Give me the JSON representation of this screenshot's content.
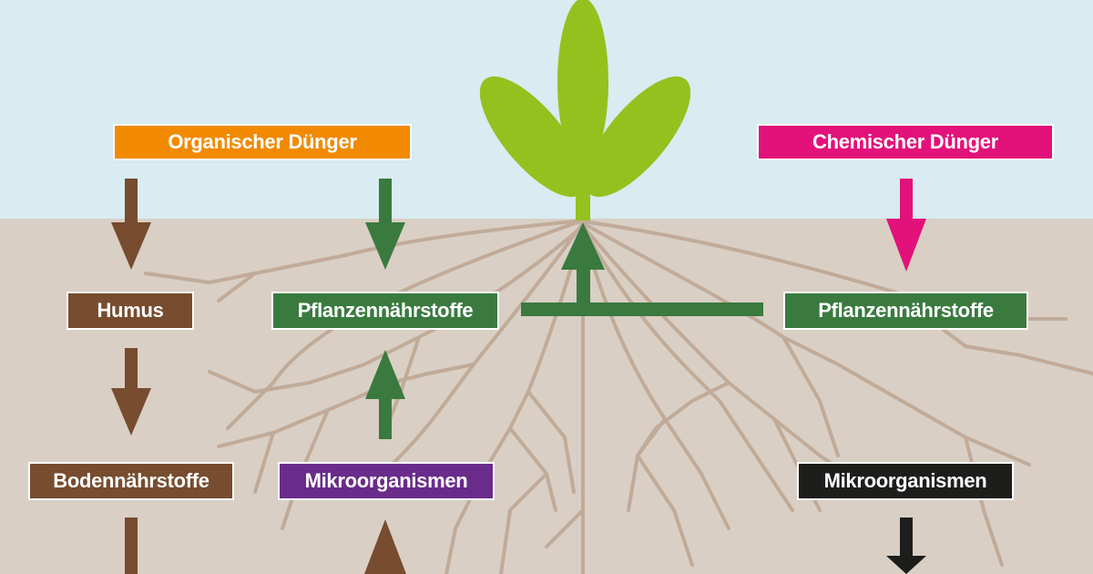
{
  "colors": {
    "sky": "#d8ecf1",
    "soil": "#d9cfc5",
    "root": "#c1ab98",
    "plant": "#95c11f",
    "organic": "#f18a00",
    "chemical": "#e2127a",
    "brown": "#774c2f",
    "green": "#3a7a3f",
    "purple": "#6a2c8a",
    "black": "#1d1d1b"
  },
  "labels": {
    "organic_fertilizer": "Organischer Dünger",
    "chemical_fertilizer": "Chemischer Dünger",
    "humus": "Humus",
    "plant_nutrients_left": "Pflanzennährstoffe",
    "plant_nutrients_right": "Pflanzennährstoffe",
    "soil_nutrients": "Bodennährstoffe",
    "microorganisms_left": "Mikroorganismen",
    "microorganisms_right": "Mikroorganismen"
  }
}
